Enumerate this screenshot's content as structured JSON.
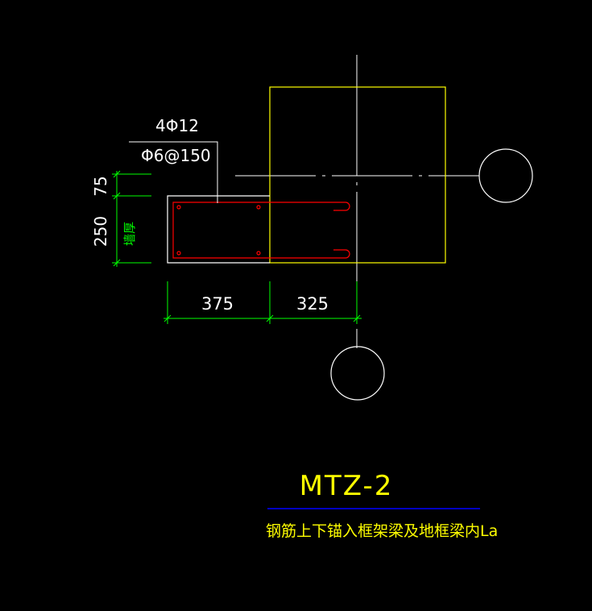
{
  "drawing": {
    "rebar_main": "4Φ12",
    "rebar_stirrup": "Φ6@150",
    "dim_vertical_top": "75",
    "dim_vertical_main": "250",
    "wall_label": "墙厚",
    "dim_horizontal_left": "375",
    "dim_horizontal_right": "325",
    "title": "MTZ-2",
    "note": "钢筋上下锚入框架梁及地框梁内La"
  },
  "colors": {
    "background": "#000000",
    "column_outline": "#ffff00",
    "grid_line": "#ffffff",
    "rebar": "#ff0000",
    "dimension": "#00ff00",
    "title_text": "#ffff00",
    "note_text": "#ffff00",
    "title_underline": "#0000ff"
  }
}
